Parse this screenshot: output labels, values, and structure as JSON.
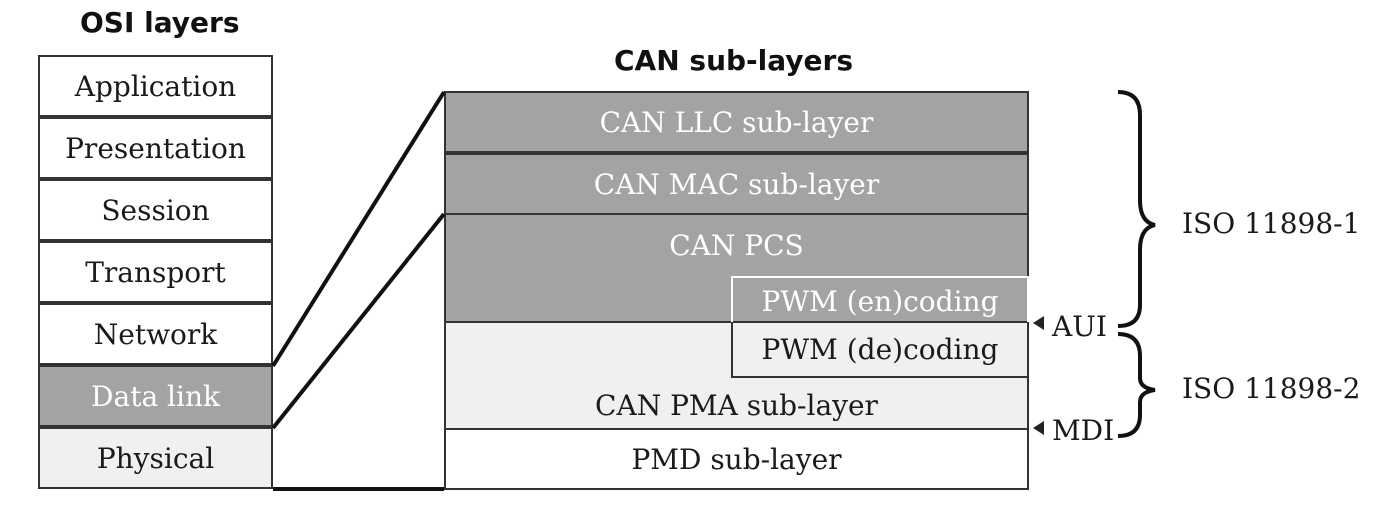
{
  "osi": {
    "title": "OSI layers",
    "layers": [
      "Application",
      "Presentation",
      "Session",
      "Transport",
      "Network",
      "Data link",
      "Physical"
    ]
  },
  "can": {
    "title": "CAN sub-layers",
    "llc": "CAN LLC sub-layer",
    "mac": "CAN MAC sub-layer",
    "pcs": "CAN PCS",
    "pwm_en": "PWM (en)coding",
    "pwm_de": "PWM (de)coding",
    "pma": "CAN PMA sub-layer",
    "pmd": "PMD sub-layer"
  },
  "interfaces": {
    "aui": "AUI",
    "mdi": "MDI"
  },
  "standards": {
    "iso1": "ISO 11898-1",
    "iso2": "ISO 11898-2"
  },
  "colors": {
    "dark_fill": "#a3a3a5",
    "light_fill": "#f0f0f1",
    "border": "#333333"
  }
}
